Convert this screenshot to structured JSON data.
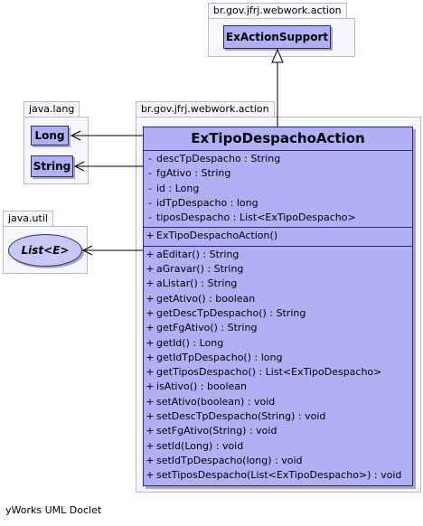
{
  "packages": {
    "webwork_top": {
      "name": "br.gov.jfrj.webwork.action",
      "classes": [
        "ExActionSupport"
      ]
    },
    "java_lang": {
      "name": "java.lang",
      "classes": [
        "Long",
        "String"
      ]
    },
    "java_util": {
      "name": "java.util",
      "interface": "List<E>"
    },
    "webwork_main": {
      "name": "br.gov.jfrj.webwork.action"
    }
  },
  "main_class": {
    "name": "ExTipoDespachoAction",
    "fields": [
      {
        "vis": "-",
        "text": "descTpDespacho : String"
      },
      {
        "vis": "-",
        "text": "fgAtivo : String"
      },
      {
        "vis": "-",
        "text": "id : Long"
      },
      {
        "vis": "-",
        "text": "idTpDespacho : long"
      },
      {
        "vis": "-",
        "text": "tiposDespacho : List<ExTipoDespacho>"
      }
    ],
    "constructors": [
      {
        "vis": "+",
        "text": "ExTipoDespachoAction()"
      }
    ],
    "methods": [
      {
        "vis": "+",
        "text": "aEditar() : String"
      },
      {
        "vis": "+",
        "text": "aGravar() : String"
      },
      {
        "vis": "+",
        "text": "aListar() : String"
      },
      {
        "vis": "+",
        "text": "getAtivo() : boolean"
      },
      {
        "vis": "+",
        "text": "getDescTpDespacho() : String"
      },
      {
        "vis": "+",
        "text": "getFgAtivo() : String"
      },
      {
        "vis": "+",
        "text": "getId() : Long"
      },
      {
        "vis": "+",
        "text": "getIdTpDespacho() : long"
      },
      {
        "vis": "+",
        "text": "getTiposDespacho() : List<ExTipoDespacho>"
      },
      {
        "vis": "+",
        "text": "isAtivo() : boolean"
      },
      {
        "vis": "+",
        "text": "setAtivo(boolean) : void"
      },
      {
        "vis": "+",
        "text": "setDescTpDespacho(String) : void"
      },
      {
        "vis": "+",
        "text": "setFgAtivo(String) : void"
      },
      {
        "vis": "+",
        "text": "setId(Long) : void"
      },
      {
        "vis": "+",
        "text": "setIdTpDespacho(long) : void"
      },
      {
        "vis": "+",
        "text": "setTiposDespacho(List<ExTipoDespacho>) : void"
      }
    ]
  },
  "footer": "yWorks UML Doclet",
  "colors": {
    "class_fill": "#b0b0f4",
    "interface_fill": "#c8c8f4",
    "package_fill": "#f6f6fc",
    "border": "#2a2a7a"
  }
}
